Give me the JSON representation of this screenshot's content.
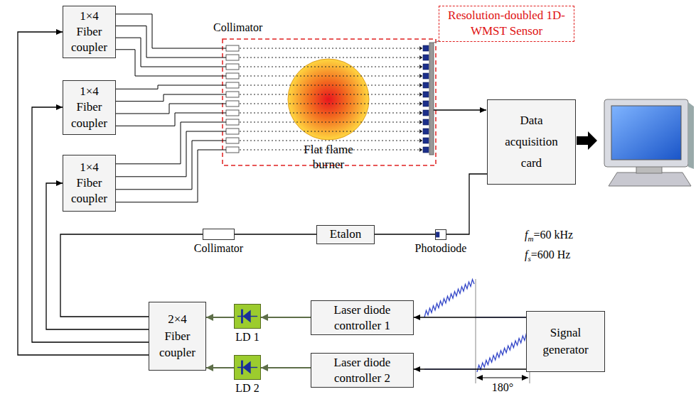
{
  "diagram": {
    "nodes": [
      {
        "text": [
          "1×4 Fiber coupler"
        ]
      },
      {
        "text": [
          "Resolution-doubled 1D-WMST Sensor"
        ]
      },
      {
        "text": [
          "1×4 Fiber coupler"
        ]
      },
      {
        "text": [
          "1×4 Fiber coupler"
        ]
      },
      {
        "text": [
          "Data acquisition card"
        ]
      },
      {
        "text": [
          "Collimator"
        ]
      },
      {
        "text": [
          "Etalon"
        ]
      },
      {
        "text": [
          "Photodiode"
        ]
      },
      {
        "text": [
          "Laser diode controller 1"
        ]
      },
      {
        "text": [
          "LD 1"
        ]
      },
      {
        "text": [
          "2×4 Fiber coupler"
        ]
      },
      {
        "text": [
          "Laser diode controller 2"
        ]
      },
      {
        "text": [
          "LD 2"
        ]
      },
      {
        "text": [
          "Signal generator"
        ]
      }
    ],
    "edges": [
      {
        "from": 13,
        "to": 8,
        "arrow": "to"
      },
      {
        "from": 13,
        "to": 11,
        "arrow": "to"
      },
      {
        "from": 8,
        "to": 9,
        "arrow": "to"
      },
      {
        "from": 11,
        "to": 12,
        "arrow": "to"
      },
      {
        "from": 9,
        "to": 10,
        "arrow": "to"
      },
      {
        "from": 12,
        "to": 10,
        "arrow": "to"
      },
      {
        "from": 10,
        "to": 5,
        "arrow": "none"
      },
      {
        "from": 10,
        "to": 3,
        "arrow": "to"
      },
      {
        "from": 10,
        "to": 2,
        "arrow": "to"
      },
      {
        "from": 10,
        "to": 0,
        "arrow": "to"
      },
      {
        "from": 5,
        "to": 6,
        "arrow": "none"
      },
      {
        "from": 6,
        "to": 7,
        "arrow": "none"
      },
      {
        "from": 7,
        "to": 4,
        "arrow": "none"
      }
    ],
    "labels": [
      "Collimator",
      "Flat flame burner",
      "fm=60 kHz",
      "fs=600 Hz",
      "180°"
    ]
  }
}
